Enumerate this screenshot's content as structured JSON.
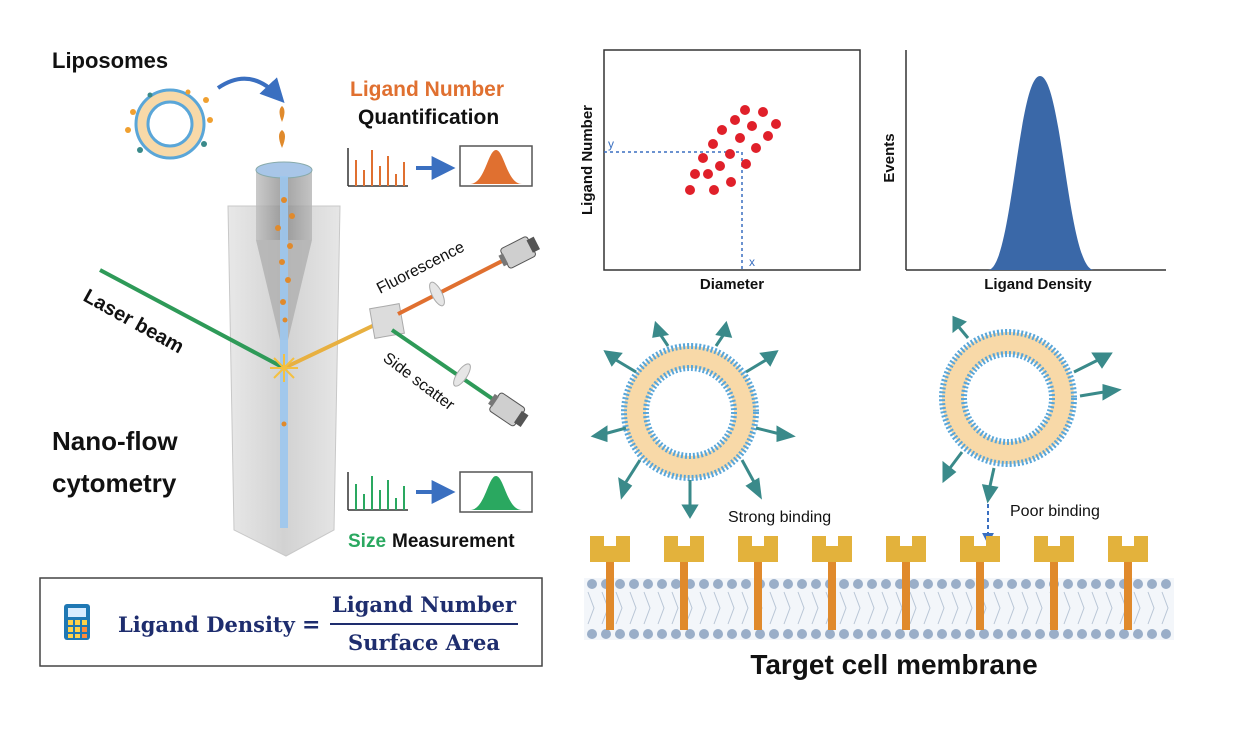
{
  "colors": {
    "ligand_orange": "#e07030",
    "size_green": "#2aa860",
    "laser_green": "#2e9a58",
    "navy": "#1e2d6e",
    "plot_blue": "#3a68a8",
    "scatter_red": "#e0202a",
    "arrow_blue": "#3a6fc0",
    "teal": "#3a8a8a",
    "lipid_blue": "#5aa6d8",
    "core_fill": "#f8d9a8",
    "receptor": "#e3b23c",
    "stem": "#e08a2c"
  },
  "left": {
    "liposomes_label": "Liposomes",
    "ligand_number_label": "Ligand Number",
    "quantification_label": "Quantification",
    "laser_label": "Laser beam",
    "fluorescence_label": "Fluorescence",
    "side_scatter_label": "Side scatter",
    "nano_flow_line1": "Nano-flow",
    "nano_flow_line2": "cytometry",
    "size_label": "Size",
    "measurement_label": "Measurement"
  },
  "formula": {
    "icon": "calculator-icon",
    "lhs": "Ligand Density",
    "eq": "=",
    "numerator": "Ligand Number",
    "denominator": "Surface Area"
  },
  "scatter_plot": {
    "y_axis_label": "Ligand Number",
    "x_axis_label": "Diameter",
    "x_marker": "x",
    "y_marker": "y"
  },
  "histogram": {
    "y_axis_label": "Events",
    "x_axis_label": "Ligand Density"
  },
  "binding": {
    "strong_label": "Strong binding",
    "poor_label": "Poor binding",
    "membrane_label": "Target cell membrane"
  }
}
